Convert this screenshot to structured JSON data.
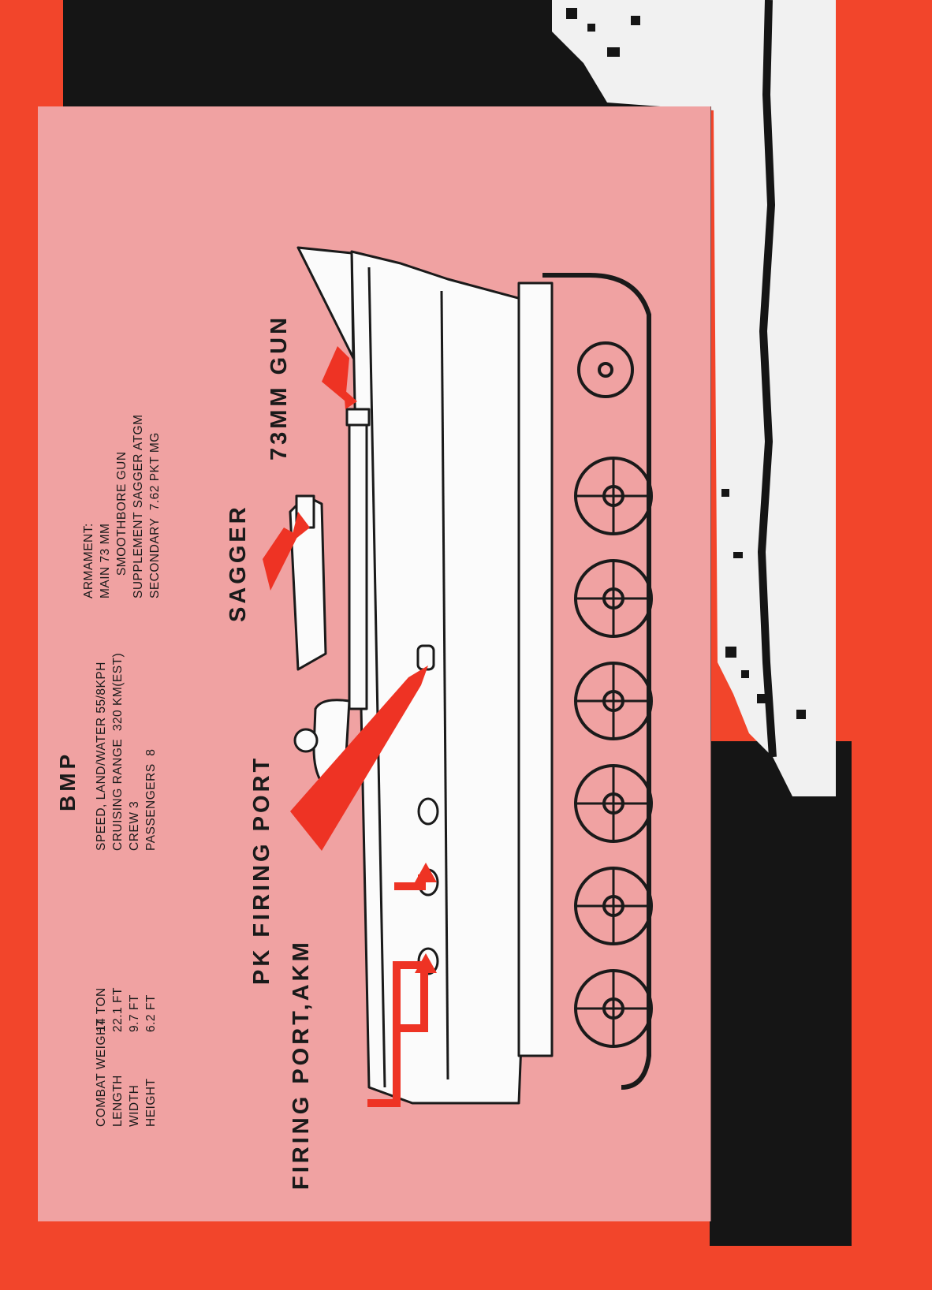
{
  "title": "BMP",
  "specs_left": {
    "labels": "COMBAT WEIGHT\nLENGTH\nWIDTH\nHEIGHT",
    "values": "14 TON\n22.1 FT\n9.7 FT\n6.2 FT"
  },
  "specs_middle": "SPEED, LAND/WATER 55/8KPH\nCRUISING RANGE  320 KM(EST)\nCREW 3\nPASSENGERS  8",
  "specs_right": "ARMAMENT:\nMAIN 73 MM\n      SMOOTHBORE GUN\nSUPPLEMENT SAGGER ATGM\nSECONDARY  7.62 PKT MG",
  "callouts": {
    "firing_port_akm": "FIRING PORT,AKM",
    "pk_firing_port": "PK FIRING PORT",
    "sagger": "SAGGER",
    "gun": "73MM GUN"
  },
  "colors": {
    "page_background": "#f2452b",
    "panel": "#f0a2a2",
    "arrow": "#ee3324",
    "ink": "#1a1a1a"
  }
}
